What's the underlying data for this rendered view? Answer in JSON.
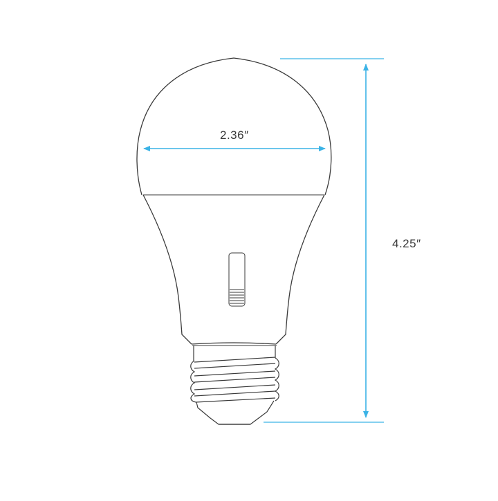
{
  "diagram": {
    "subject": "A19 LED light bulb with E26 screw base",
    "dimensions": {
      "width": {
        "label": "2.36″",
        "orientation": "horizontal"
      },
      "height": {
        "label": "4.25″",
        "orientation": "vertical"
      }
    },
    "parts": [
      "bulb-dome",
      "bulb-body",
      "switch-slider",
      "screw-base",
      "base-tip"
    ],
    "colors": {
      "outline": "#3a3a3a",
      "dimension": "#3bb3e6",
      "background": "#ffffff",
      "text": "#3a3a3a"
    }
  }
}
